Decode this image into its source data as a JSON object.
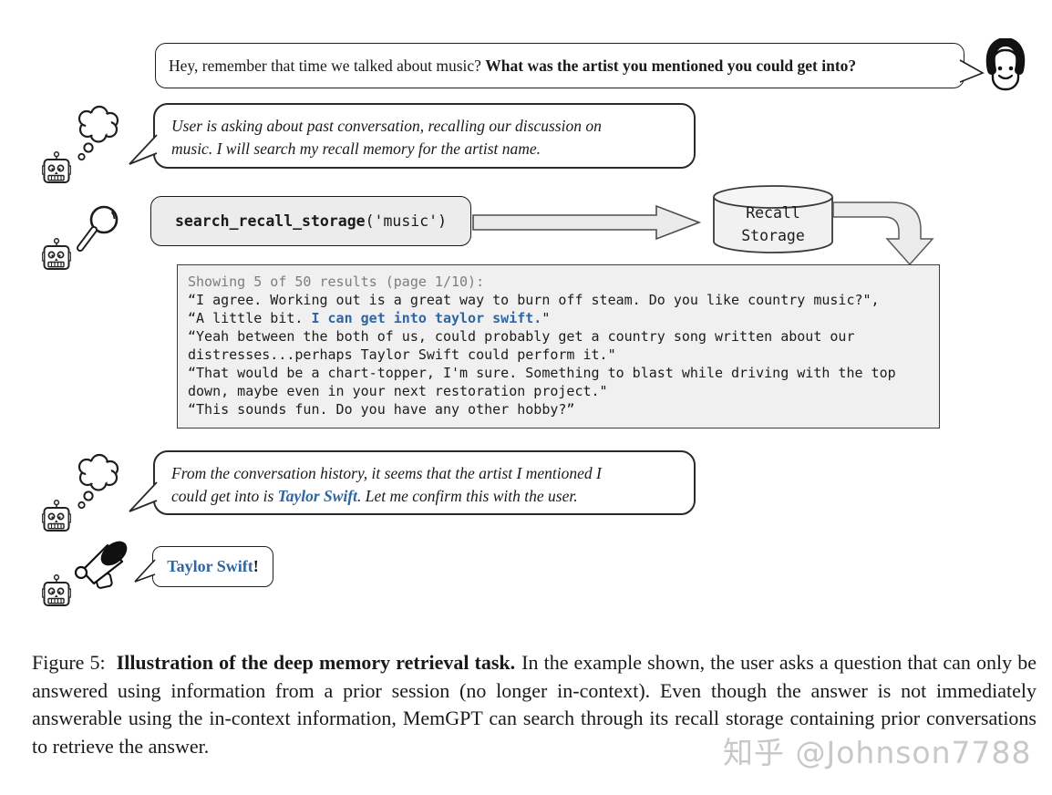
{
  "colors": {
    "blue": "#2e66a3",
    "box_bg": "#ececec",
    "results_bg": "#f0f0f0",
    "muted": "#7d7d7d",
    "watermark": "#c8c8c8"
  },
  "user_bubble": {
    "normal": "Hey, remember that time we talked about music? ",
    "bold": "What was the artist you mentioned you could get into?"
  },
  "thought1": {
    "line1": "User is asking about past conversation, recalling our discussion on",
    "line2": "music. I will search my recall memory for the artist name."
  },
  "function_call": {
    "name": "search_recall_storage",
    "args": "('music')"
  },
  "storage": {
    "line1": "Recall",
    "line2": "Storage"
  },
  "results": {
    "lines": [
      [
        {
          "t": "Showing 5 of 50 results (page 1/10):",
          "s": "m"
        }
      ],
      [
        {
          "t": "“I agree. Working out is a great way to burn off steam. Do you like country music?\",",
          "s": "n"
        }
      ],
      [
        {
          "t": "“A little bit. ",
          "s": "n"
        },
        {
          "t": "I can get into taylor swift.",
          "s": "b"
        },
        {
          "t": "\"",
          "s": "n"
        }
      ],
      [
        {
          "t": "“Yeah between the both of us, could probably get a country song written about our",
          "s": "n"
        }
      ],
      [
        {
          "t": "distresses...perhaps Taylor Swift could perform it.\"",
          "s": "n"
        }
      ],
      [
        {
          "t": "“That would be a chart-topper, I'm sure. Something to blast while driving with the top",
          "s": "n"
        }
      ],
      [
        {
          "t": "down, maybe even in your next restoration project.\"",
          "s": "n"
        }
      ],
      [
        {
          "t": "“This sounds fun. Do you have any other hobby?”",
          "s": "n"
        }
      ]
    ]
  },
  "thought2": {
    "line1": "From the conversation history, it seems that the artist I mentioned I",
    "line2_before": "could get into is ",
    "line2_highlight": "Taylor Swift",
    "line2_after": ". Let me confirm this with the user."
  },
  "speech_bubble": {
    "highlight": "Taylor Swift",
    "suffix": "!"
  },
  "caption": {
    "label": "Figure 5:",
    "bold": "Illustration of the deep memory retrieval task.",
    "text": "In the example shown, the user asks a question that can only be answered using information from a prior session (no longer in-context). Even though the answer is not immediately answerable using the in-context information, MemGPT can search through its recall storage containing prior conversations to retrieve the answer."
  },
  "watermark": "知乎 @Johnson7788",
  "icons": [
    "user-face-icon",
    "robot-icon",
    "thought-cloud-icon",
    "search-icon",
    "database-cylinder-icon",
    "megaphone-icon",
    "arrow-right-icon",
    "arrow-bend-down-icon"
  ]
}
